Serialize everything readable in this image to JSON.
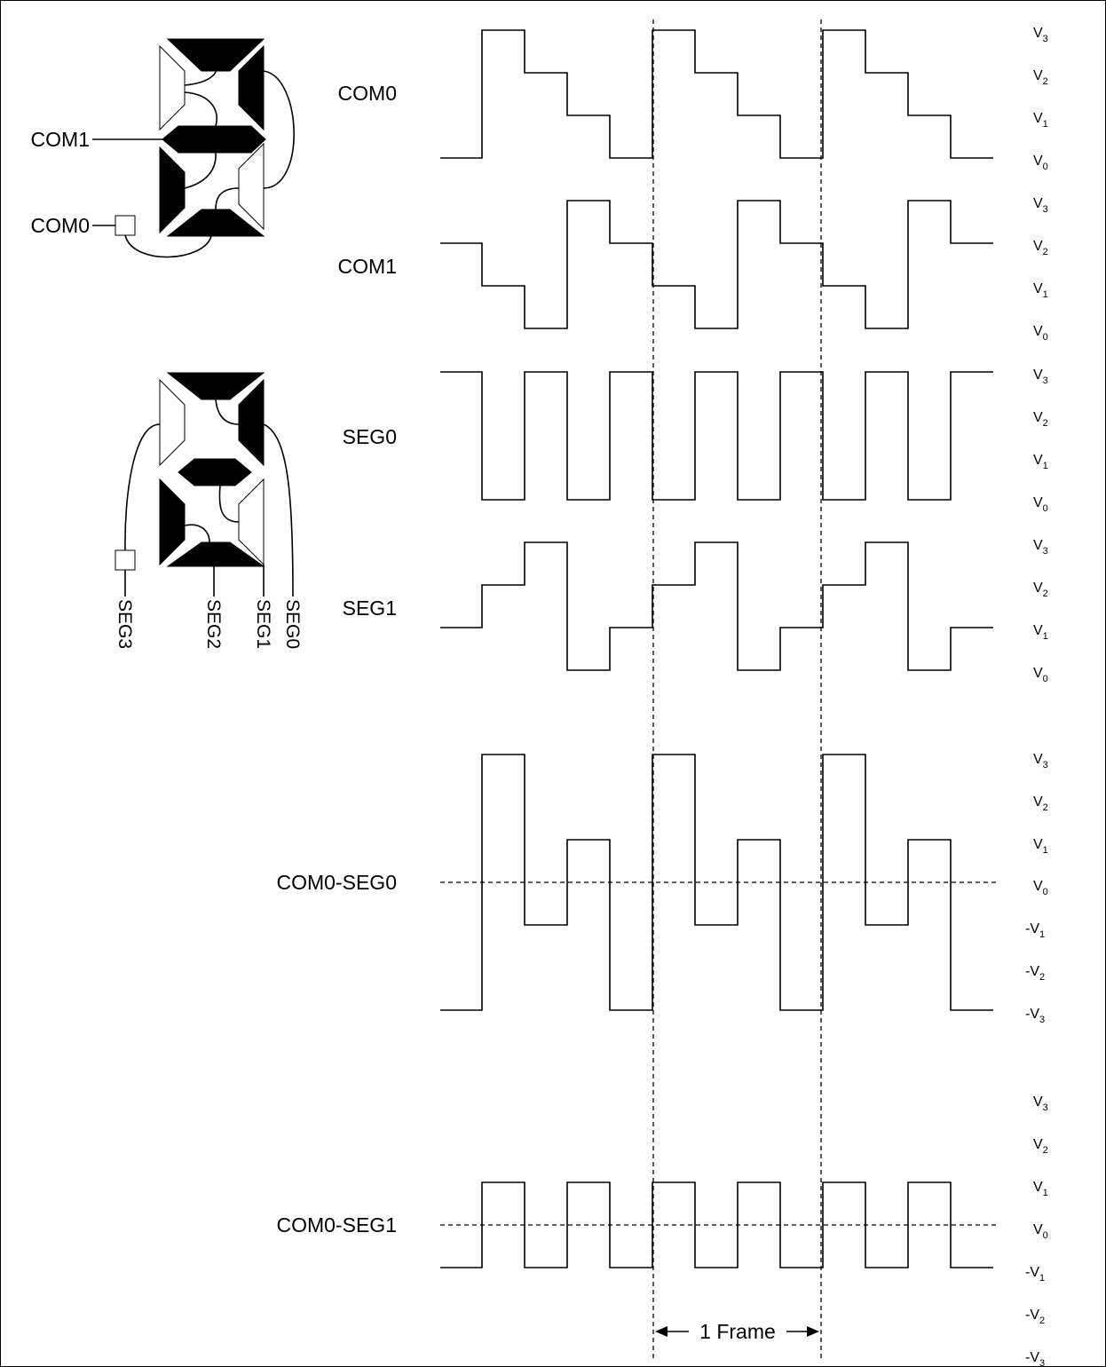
{
  "lcd_diagram_1": {
    "com1_label": "COM1",
    "com0_label": "COM0"
  },
  "lcd_diagram_2": {
    "pins": [
      "SEG3",
      "SEG2",
      "SEG1",
      "SEG0"
    ]
  },
  "level_labels": {
    "V3": "V",
    "V2": "V",
    "V1": "V",
    "V0": "V",
    "nV1": "-V",
    "nV2": "-V",
    "nV3": "-V",
    "s3": "3",
    "s2": "2",
    "s1": "1",
    "s0": "0"
  },
  "waveforms": [
    {
      "name": "COM0",
      "levels": [
        0,
        3,
        2,
        1,
        0,
        3,
        2,
        1,
        0,
        3,
        2,
        1,
        0
      ]
    },
    {
      "name": "COM1",
      "levels": [
        2,
        1,
        0,
        3,
        2,
        1,
        0,
        3,
        2,
        1,
        0,
        3,
        2
      ]
    },
    {
      "name": "SEG0",
      "levels": [
        3,
        0,
        3,
        0,
        3,
        0,
        3,
        0,
        3,
        0,
        3,
        0,
        3
      ]
    },
    {
      "name": "SEG1",
      "levels": [
        1,
        2,
        3,
        0,
        1,
        2,
        3,
        0,
        1,
        2,
        3,
        0,
        1
      ]
    },
    {
      "name": "COM0-SEG0",
      "levels": [
        -3,
        3,
        -1,
        1,
        -3,
        3,
        -1,
        1,
        -3,
        3,
        -1,
        1,
        -3
      ]
    },
    {
      "name": "COM0-SEG1",
      "levels": [
        -1,
        1,
        -1,
        1,
        -1,
        1,
        -1,
        1,
        -1,
        1,
        -1,
        1,
        -1
      ]
    }
  ],
  "frame_label": "1 Frame"
}
